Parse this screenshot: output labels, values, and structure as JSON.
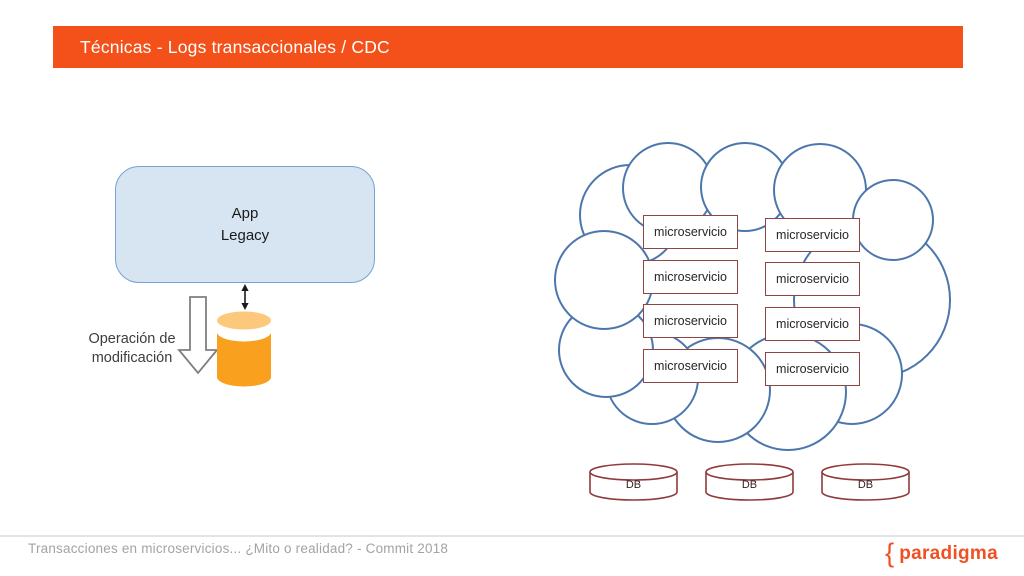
{
  "header": {
    "title": "Técnicas - Logs transaccionales / CDC"
  },
  "legacy_side": {
    "app_box_lines": [
      "App",
      "Legacy"
    ],
    "operation_label": [
      "Operación de",
      "modificación"
    ]
  },
  "cloud": {
    "microservices": [
      "microservicio",
      "microservicio",
      "microservicio",
      "microservicio",
      "microservicio",
      "microservicio",
      "microservicio",
      "microservicio"
    ]
  },
  "databases": {
    "labels": [
      "DB",
      "DB",
      "DB"
    ]
  },
  "footer": {
    "caption": "Transacciones en microservicios... ¿Mito o realidad? - Commit 2018",
    "logo_brace": "{",
    "logo_text": "paradigma"
  },
  "colors": {
    "brand_orange": "#f4511a",
    "logo_orange": "#ef5123",
    "cylinder_orange": "#f9a11e",
    "cylinder_orange_top": "#fcc97c",
    "cloud_stroke_blue": "#4c77ad",
    "app_box_fill": "#d7e4f2",
    "app_box_border": "#76a3d1",
    "microservice_border_maroon": "#8f4545",
    "db_border_maroon": "#8f3b3b"
  }
}
